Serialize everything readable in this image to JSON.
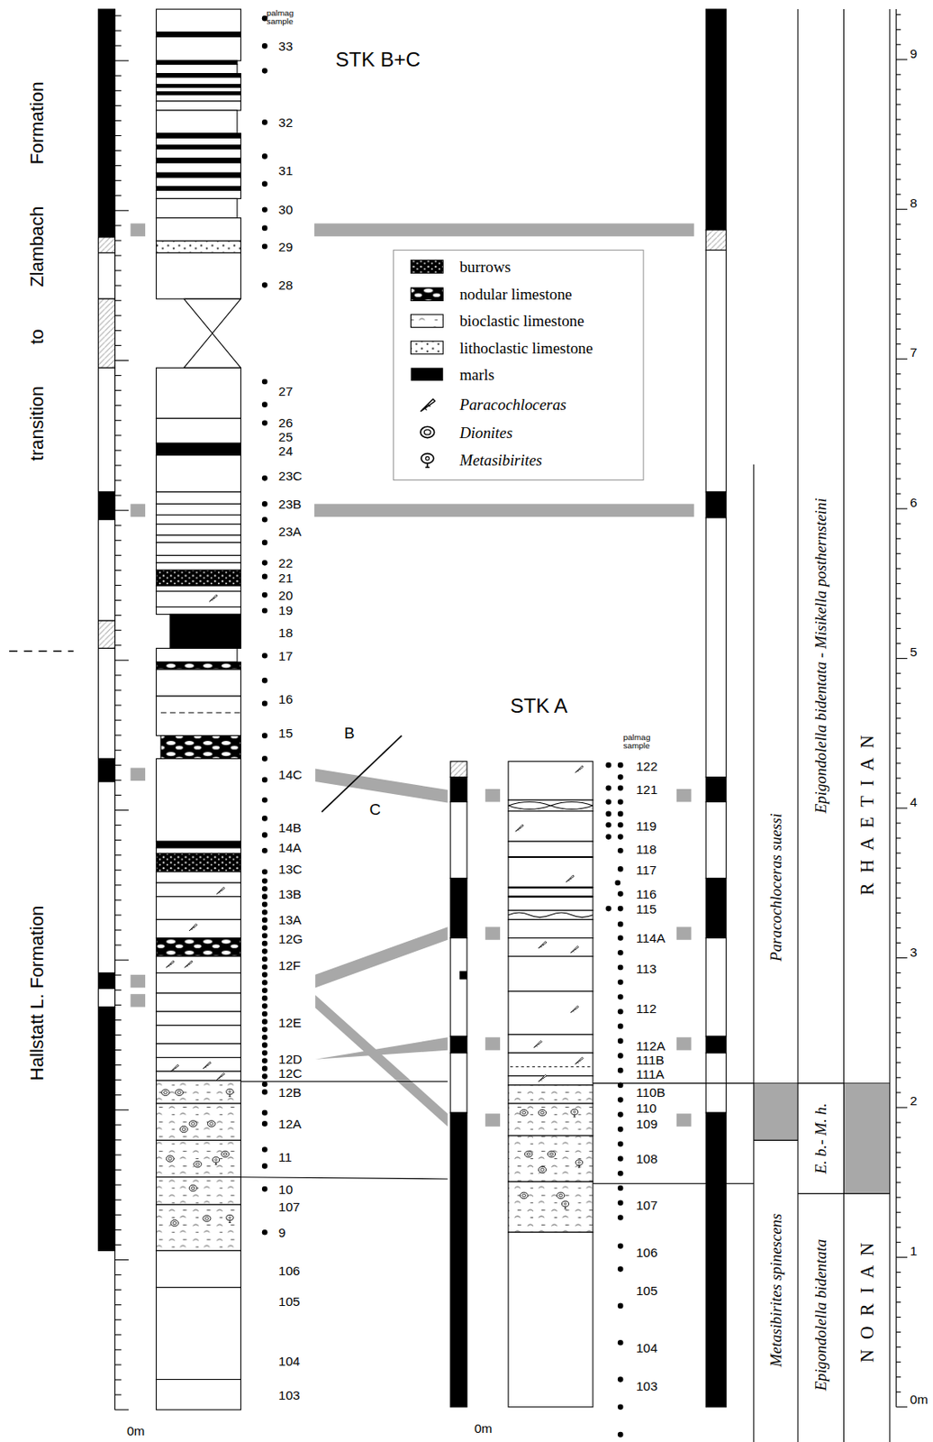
{
  "diagram": {
    "nodes": [
      {
        "text": [
          "Paracochloceras suessi"
        ]
      },
      {
        "text": [
          "Metasibirites spinescens"
        ]
      },
      {
        "text": [
          "Epigondolella bidentata - Misikella posthernsteini"
        ]
      },
      {
        "text": [
          "E. b.- M. h."
        ]
      },
      {
        "text": [
          "Epigondolella bidentata"
        ]
      },
      {
        "text": [
          "R H A E T I A N"
        ]
      },
      {
        "text": [
          "N O R I A N"
        ]
      }
    ],
    "labels": [
      "palmag sample",
      "STK B+C",
      "transition to Zlambach Formation",
      "Hallstatt L. Formation",
      "33",
      "32",
      "31",
      "30",
      "29",
      "28",
      "27",
      "26",
      "25",
      "24",
      "23C",
      "23B",
      "23A",
      "22",
      "21",
      "20",
      "19",
      "18",
      "17",
      "16",
      "15",
      "14C",
      "14B",
      "14A",
      "13C",
      "13B",
      "13A",
      "12G",
      "12F",
      "12E",
      "12D",
      "12C",
      "12B",
      "12A",
      "11",
      "10",
      "107",
      "9",
      "106",
      "105",
      "104",
      "103",
      "0m",
      "B",
      "C",
      "STK A",
      "palmag sample",
      "122",
      "121",
      "119",
      "118",
      "117",
      "116",
      "115",
      "114A",
      "113",
      "112",
      "112A",
      "111B",
      "111A",
      "110B",
      "110",
      "109",
      "108",
      "107",
      "106",
      "105",
      "104",
      "103",
      "0m",
      "9",
      "8",
      "7",
      "6",
      "5",
      "4",
      "3",
      "2",
      "1",
      "0m"
    ],
    "legend": [
      {
        "text": "burrows"
      },
      {
        "text": "nodular limestone"
      },
      {
        "text": "bioclastic limestone"
      },
      {
        "text": "lithoclastic limestone"
      },
      {
        "text": "marls",
        "color": "#000000"
      },
      {
        "text": "Paracochloceras"
      },
      {
        "text": "Dionites"
      },
      {
        "text": "Metasibirites"
      }
    ]
  }
}
